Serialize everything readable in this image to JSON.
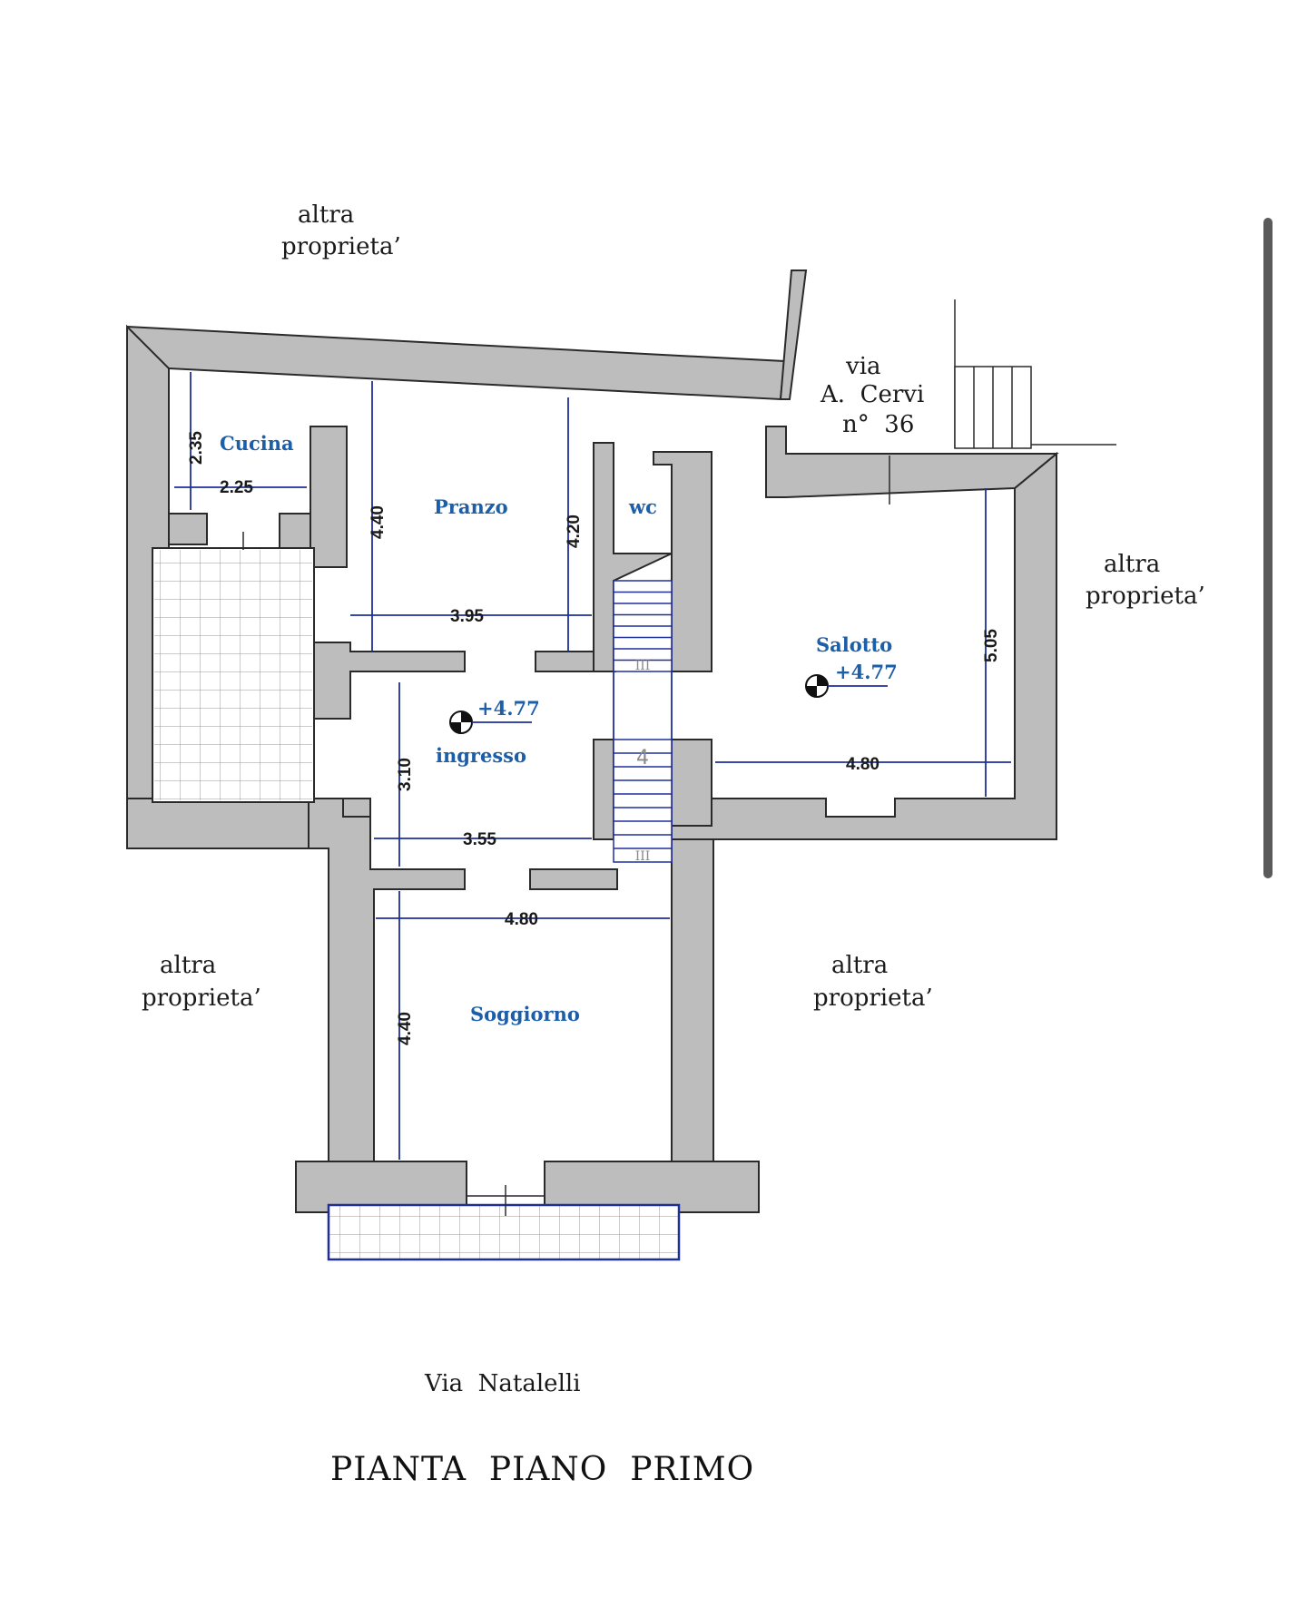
{
  "colors": {
    "wall": "#bdbdbd",
    "outline": "#2a2a2a",
    "dimension": "#1f2f9a",
    "room_label": "#1c5fa8",
    "scrollbar": "#5a5a5a"
  },
  "neighbors": {
    "top_left": [
      "altra",
      "proprieta’"
    ],
    "right": [
      "altra",
      "proprieta’"
    ],
    "bottom_left": [
      "altra",
      "proprieta’"
    ],
    "bottom_right": [
      "altra",
      "proprieta’"
    ]
  },
  "streets": {
    "cervi": [
      "via",
      "A.  Cervi",
      "n°  36"
    ],
    "natalelli": "Via  Natalelli"
  },
  "rooms": {
    "cucina": "Cucina",
    "pranzo": "Pranzo",
    "wc": "wc",
    "salotto": "Salotto",
    "ingresso": "ingresso",
    "soggiorno": "Soggiorno"
  },
  "levels": {
    "ingresso": "+4.77",
    "salotto": "+4.77"
  },
  "dimensions": {
    "cucina_height": "2.35",
    "cucina_width": "2.25",
    "pranzo_height": "4.40",
    "wc_height": "4.20",
    "pranzo_width": "3.95",
    "ingresso_height": "3.10",
    "ingresso_width": "3.55",
    "soggiorno_width": "4.80",
    "soggiorno_height": "4.40",
    "salotto_height": "5.05",
    "salotto_width": "4.80"
  },
  "stairs": {
    "upper_mark": "III",
    "number": "4",
    "lower_mark": "III"
  },
  "title": "PIANTA  PIANO  PRIMO"
}
